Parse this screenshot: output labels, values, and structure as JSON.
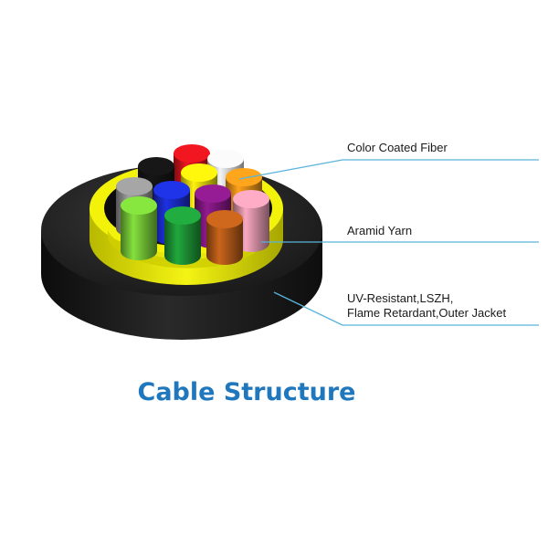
{
  "diagram": {
    "title": "Cable Structure",
    "labels": {
      "fiber": "Color Coated Fiber",
      "aramid": "Aramid Yarn",
      "jacket_line1": "UV-Resistant,LSZH,",
      "jacket_line2": "Flame Retardant,Outer Jacket"
    },
    "fibers": [
      {
        "name": "red",
        "color": "#e0141e"
      },
      {
        "name": "white",
        "color": "#e8e8e8"
      },
      {
        "name": "black",
        "color": "#151515"
      },
      {
        "name": "yellow",
        "color": "#f4e60c"
      },
      {
        "name": "orange",
        "color": "#f39a1a"
      },
      {
        "name": "grey",
        "color": "#9a9a9a"
      },
      {
        "name": "blue",
        "color": "#1d2fd8"
      },
      {
        "name": "violet",
        "color": "#8a1a8a"
      },
      {
        "name": "pink",
        "color": "#eea0b8"
      },
      {
        "name": "green",
        "color": "#7ed63a"
      },
      {
        "name": "dark-green",
        "color": "#1fa03a"
      },
      {
        "name": "brown",
        "color": "#c0601a"
      }
    ],
    "colors": {
      "jacket": "#1e1e1e",
      "aramid": "#f0f00c",
      "leader_line": "#5ab4dc",
      "title": "#1f78be"
    }
  }
}
